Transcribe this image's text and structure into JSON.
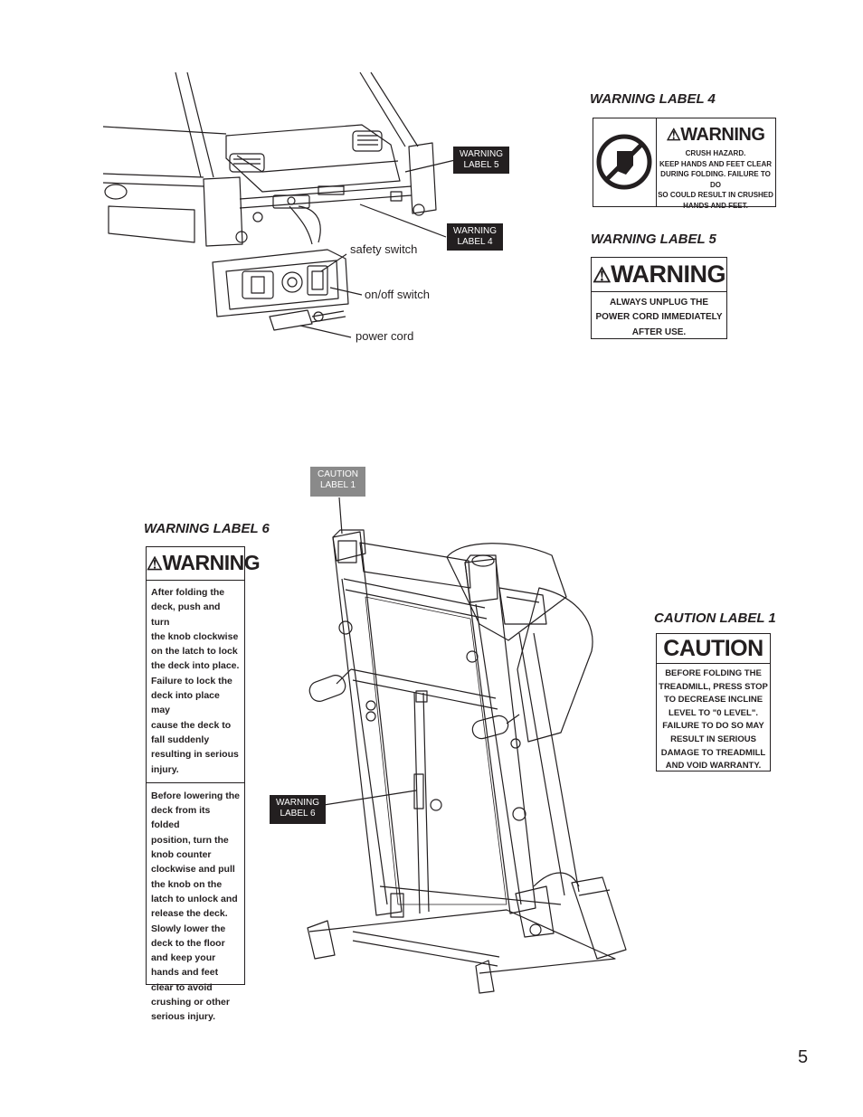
{
  "page_number": "5",
  "diagram_top": {
    "tags": {
      "warning_label_5": "WARNING\nLABEL 5",
      "warning_label_4": "WARNING\nLABEL 4"
    },
    "callouts": {
      "safety_switch": "safety switch",
      "on_off_switch": "on/off switch",
      "power_cord": "power cord"
    }
  },
  "diagram_bottom": {
    "tags": {
      "caution_label_1": "CAUTION\nLABEL 1",
      "warning_label_6": "WARNING\nLABEL 6"
    }
  },
  "warning_label_4": {
    "heading": "WARNING LABEL 4",
    "title": "WARNING",
    "text": "CRUSH HAZARD.\nKEEP HANDS AND FEET CLEAR\nDURING FOLDING. FAILURE TO DO\nSO COULD RESULT IN CRUSHED\nHANDS AND FEET."
  },
  "warning_label_5": {
    "heading": "WARNING LABEL 5",
    "title": "WARNING",
    "text": "ALWAYS UNPLUG THE\nPOWER CORD IMMEDIATELY\nAFTER USE."
  },
  "warning_label_6": {
    "heading": "WARNING LABEL 6",
    "title": "WARNING",
    "text_1": "After folding the\ndeck, push and turn\nthe knob clockwise\non the latch to lock\nthe deck into place.\nFailure to lock the\ndeck into place may\ncause the deck to\nfall suddenly\nresulting in serious\ninjury.",
    "text_2": "Before lowering the\ndeck from its folded\nposition, turn the\nknob counter\nclockwise and pull\nthe knob on the\nlatch to unlock and\nrelease the deck.\nSlowly lower the\ndeck to the floor\nand keep your\nhands and feet\nclear to avoid\ncrushing or other\nserious injury."
  },
  "caution_label_1": {
    "heading": "CAUTION LABEL 1",
    "title": "CAUTION",
    "text": "BEFORE FOLDING THE\nTREADMILL, PRESS STOP\nTO DECREASE INCLINE\nLEVEL TO \"0 LEVEL\".\nFAILURE TO DO SO MAY\nRESULT IN SERIOUS\nDAMAGE TO TREADMILL\nAND VOID WARRANTY."
  }
}
